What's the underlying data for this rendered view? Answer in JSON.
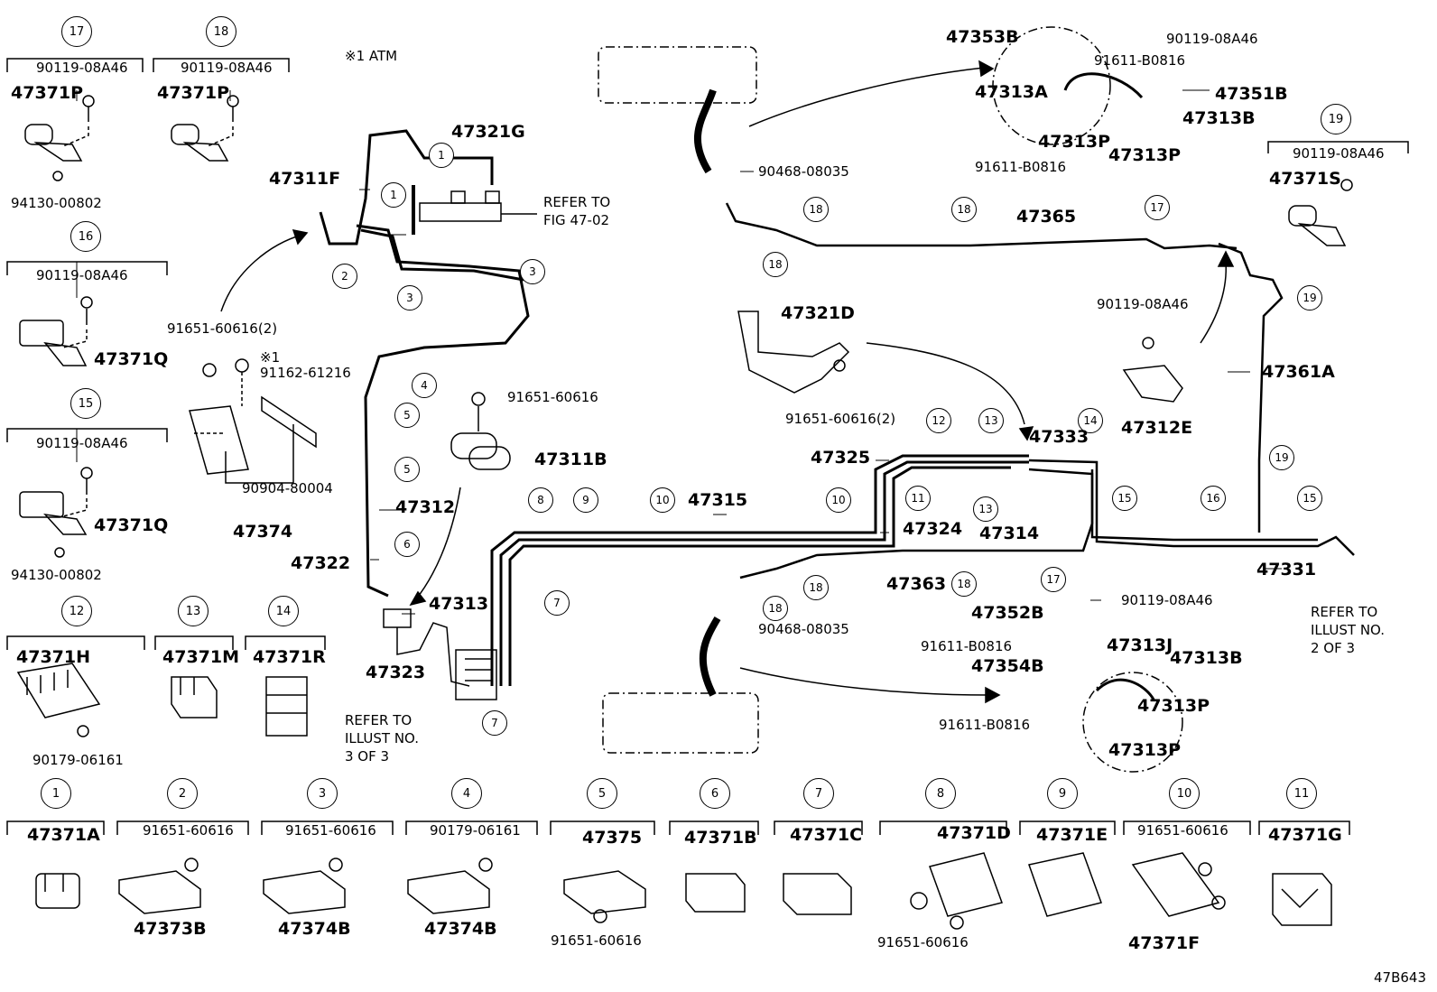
{
  "diagram": {
    "header_note": "※1 ATM",
    "drawing_id": "47B643",
    "callouts": {
      "c17_top": "17",
      "c18_top": "18",
      "c16": "16",
      "c15": "15",
      "c12": "12",
      "c13": "13",
      "c14": "14",
      "c19": "19",
      "b1": "1",
      "b2": "2",
      "b3": "3",
      "b4": "4",
      "b5": "5",
      "b6": "6",
      "b7": "7",
      "b8": "8",
      "b9": "9",
      "b10": "10",
      "b11": "11"
    },
    "parts": {
      "p90119_17": "90119-08A46",
      "p47371P_a": "47371P",
      "p94130_a": "94130-00802",
      "p90119_18": "90119-08A46",
      "p47371P_b": "47371P",
      "p90119_16": "90119-08A46",
      "p47371Q_a": "47371Q",
      "p90119_15": "90119-08A46",
      "p47371Q_b": "47371Q",
      "p94130_b": "94130-00802",
      "p47371H": "47371H",
      "p90179_a": "90179-06161",
      "p47371M": "47371M",
      "p47371R": "47371R",
      "p47311F": "47311F",
      "p47321G": "47321G",
      "refer_fig": "REFER TO\nFIG 47-02",
      "p91651_2": "91651-60616(2)",
      "x1": "※1",
      "p91162": "91162-61216",
      "p90904": "90904-80004",
      "p47374": "47374",
      "p91651_mid": "91651-60616",
      "p47311B": "47311B",
      "p47312": "47312",
      "p47322": "47322",
      "p47313": "47313",
      "p47323": "47323",
      "refer_3of3": "REFER TO\nILLUST NO.\n3 OF 3",
      "p47315": "47315",
      "p47324": "47324",
      "p47325": "47325",
      "p47333": "47333",
      "p47314": "47314",
      "p47321D": "47321D",
      "p91651_2b": "91651-60616(2)",
      "p47363": "47363",
      "p90468_a": "90468-08035",
      "p90468_b": "90468-08035",
      "p47365": "47365",
      "p47353B": "47353B",
      "p90119_tr": "90119-08A46",
      "p91611_a": "91611-B0816",
      "p47313A": "47313A",
      "p47351B": "47351B",
      "p47313B_a": "47313B",
      "p47313P_a": "47313P",
      "p47313P_b": "47313P",
      "p91611_b": "91611-B0816",
      "p90119_19": "90119-08A46",
      "p47371S": "47371S",
      "p90119_m": "90119-08A46",
      "p47312E": "47312E",
      "p47361A": "47361A",
      "p47331": "47331",
      "refer_2of3": "REFER TO\nILLUST NO.\n2 OF 3",
      "p47352B": "47352B",
      "p90119_b": "90119-08A46",
      "p91611_c": "91611-B0816",
      "p47313J": "47313J",
      "p47354B": "47354B",
      "p47313B_b": "47313B",
      "p91611_d": "91611-B0816",
      "p47313P_c": "47313P",
      "p47313P_d": "47313P",
      "p47371A": "47371A",
      "p91651_b2": "91651-60616",
      "p47373B": "47373B",
      "p91651_b3": "91651-60616",
      "p47374B_a": "47374B",
      "p90179_b": "90179-06161",
      "p47374B_b": "47374B",
      "p47375": "47375",
      "p91651_b5": "91651-60616",
      "p47371B": "47371B",
      "p47371C": "47371C",
      "p47371D": "47371D",
      "p91651_b8": "91651-60616",
      "p47371E": "47371E",
      "p91651_b10": "91651-60616",
      "p47371F": "47371F",
      "p47371G": "47371G"
    }
  }
}
